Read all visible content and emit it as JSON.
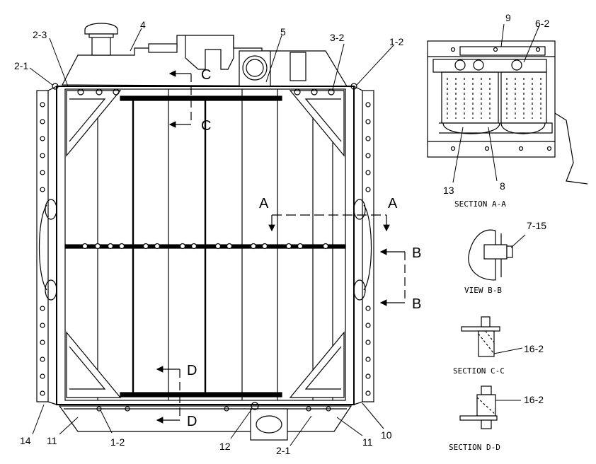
{
  "callouts": {
    "c_2_1_top": "2-1",
    "c_2_3": "2-3",
    "c_4": "4",
    "c_5": "5",
    "c_3_2": "3-2",
    "c_1_2_top": "1-2",
    "c_14": "14",
    "c_11_left": "11",
    "c_1_2_bottom": "1-2",
    "c_12": "12",
    "c_2_1_bottom": "2-1",
    "c_11_right": "11",
    "c_10": "10",
    "c_9": "9",
    "c_6_2": "6-2",
    "c_13": "13",
    "c_8": "8",
    "c_7_15": "7-15",
    "c_16_2_c": "16-2",
    "c_16_2_d": "16-2"
  },
  "section_letters": {
    "c1": "C",
    "c2": "C",
    "a1": "A",
    "a2": "A",
    "b1": "B",
    "b2": "B",
    "d1": "D",
    "d2": "D"
  },
  "section_titles": {
    "aa": "SECTION A-A",
    "bb": "VIEW B-B",
    "cc": "SECTION C-C",
    "dd": "SECTION D-D"
  }
}
